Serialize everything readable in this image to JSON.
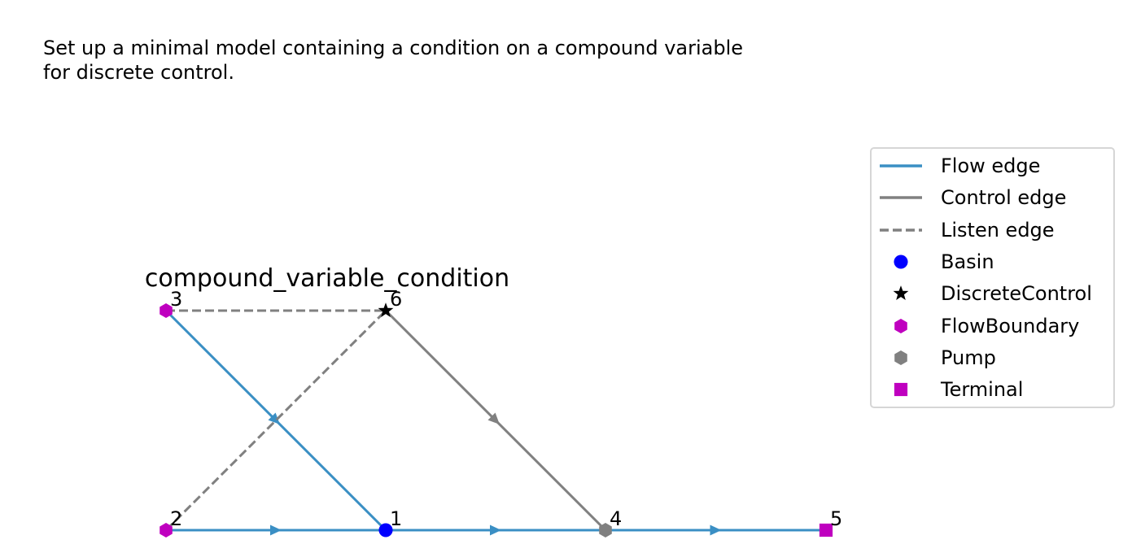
{
  "description": "Set up a minimal model containing a condition on a compound variable\nfor discrete control.",
  "diagram": {
    "title": "compound_variable_condition",
    "nodes": [
      {
        "id": "1",
        "label": "1",
        "type": "Basin"
      },
      {
        "id": "2",
        "label": "2",
        "type": "FlowBoundary"
      },
      {
        "id": "3",
        "label": "3",
        "type": "FlowBoundary"
      },
      {
        "id": "4",
        "label": "4",
        "type": "Pump"
      },
      {
        "id": "5",
        "label": "5",
        "type": "Terminal"
      },
      {
        "id": "6",
        "label": "6",
        "type": "DiscreteControl"
      }
    ],
    "edges": [
      {
        "from": "2",
        "to": "1",
        "kind": "flow"
      },
      {
        "from": "1",
        "to": "4",
        "kind": "flow"
      },
      {
        "from": "4",
        "to": "5",
        "kind": "flow"
      },
      {
        "from": "3",
        "to": "1",
        "kind": "flow"
      },
      {
        "from": "6",
        "to": "4",
        "kind": "control"
      },
      {
        "from": "3",
        "to": "6",
        "kind": "listen"
      },
      {
        "from": "2",
        "to": "6",
        "kind": "listen"
      }
    ]
  },
  "legend": {
    "items": [
      {
        "label": "Flow edge",
        "symbol": "flow-line"
      },
      {
        "label": "Control edge",
        "symbol": "control-line"
      },
      {
        "label": "Listen edge",
        "symbol": "listen-line"
      },
      {
        "label": "Basin",
        "symbol": "basin-marker"
      },
      {
        "label": "DiscreteControl",
        "symbol": "discretecontrol-marker"
      },
      {
        "label": "FlowBoundary",
        "symbol": "flowboundary-marker"
      },
      {
        "label": "Pump",
        "symbol": "pump-marker"
      },
      {
        "label": "Terminal",
        "symbol": "terminal-marker"
      }
    ]
  },
  "colors": {
    "flow": "#3a8fc4",
    "control": "#808080",
    "listen": "#808080",
    "Basin": "#0000ff",
    "DiscreteControl": "#000000",
    "FlowBoundary": "#bf00bf",
    "Pump": "#808080",
    "Terminal": "#bf00bf"
  }
}
